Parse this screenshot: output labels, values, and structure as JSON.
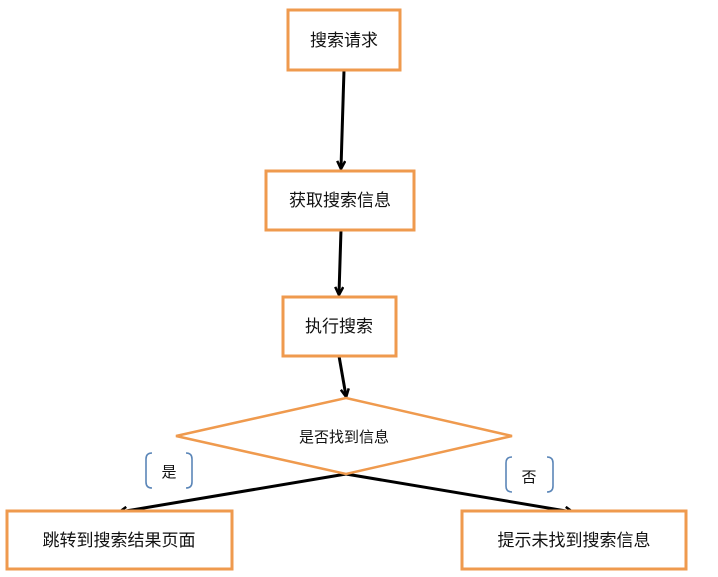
{
  "nodes": {
    "search_request": "搜索请求",
    "get_search_info": "获取搜索信息",
    "execute_search": "执行搜索",
    "decision_found": "是否找到信息",
    "show_results": "跳转到搜索结果页面",
    "show_not_found": "提示未找到搜索信息"
  },
  "branches": {
    "yes_label": "是",
    "no_label": "否"
  },
  "colors": {
    "node_border": "#ef9a4e",
    "connector": "#000000",
    "bracket": "#5b86b8"
  }
}
